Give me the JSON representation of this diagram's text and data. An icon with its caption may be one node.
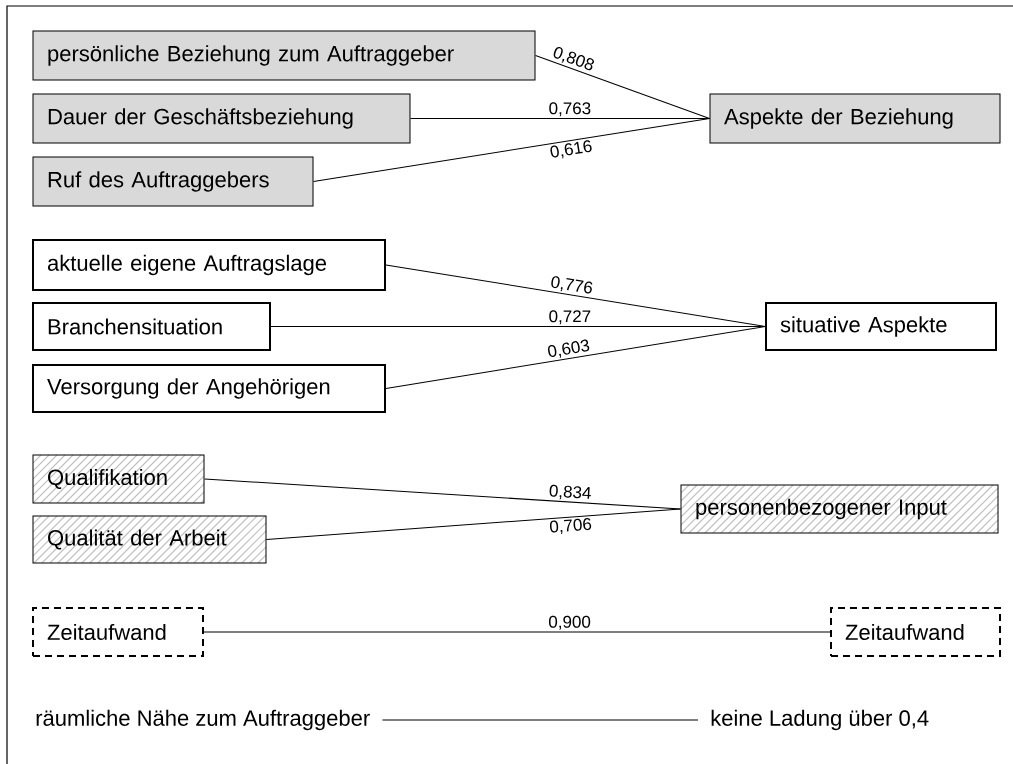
{
  "diagram": {
    "nodes": [
      {
        "text": [
          "persönliche Beziehung zum Auftraggeber"
        ]
      },
      {
        "text": [
          "Dauer der Geschäftsbeziehung"
        ]
      },
      {
        "text": [
          "Ruf des Auftraggebers"
        ]
      },
      {
        "text": [
          "Aspekte der Beziehung"
        ]
      },
      {
        "text": [
          "aktuelle eigene Auftragslage"
        ]
      },
      {
        "text": [
          "Branchensituation"
        ]
      },
      {
        "text": [
          "Versorgung der Angehörigen"
        ]
      },
      {
        "text": [
          "situative Aspekte"
        ]
      },
      {
        "text": [
          "Qualifikation"
        ]
      },
      {
        "text": [
          "Qualität der Arbeit"
        ]
      },
      {
        "text": [
          "personenbezogener Input"
        ]
      },
      {
        "text": [
          "Zeitaufwand"
        ]
      },
      {
        "text": [
          "Zeitaufwand"
        ]
      },
      {
        "text": [
          "räumliche Nähe zum Auftraggeber"
        ]
      },
      {
        "text": [
          "keine Ladung über 0,4"
        ]
      }
    ],
    "edges": [
      {
        "from": 0,
        "to": 3,
        "arrow": "none",
        "label": "0,808"
      },
      {
        "from": 1,
        "to": 3,
        "arrow": "none",
        "label": "0,763"
      },
      {
        "from": 2,
        "to": 3,
        "arrow": "none",
        "label": "0,616"
      },
      {
        "from": 4,
        "to": 7,
        "arrow": "none",
        "label": "0,776"
      },
      {
        "from": 5,
        "to": 7,
        "arrow": "none",
        "label": "0,727"
      },
      {
        "from": 6,
        "to": 7,
        "arrow": "none",
        "label": "0,603"
      },
      {
        "from": 8,
        "to": 10,
        "arrow": "none",
        "label": "0,834"
      },
      {
        "from": 9,
        "to": 10,
        "arrow": "none",
        "label": "0,706"
      },
      {
        "from": 11,
        "to": 12,
        "arrow": "none",
        "label": "0,900"
      },
      {
        "from": 13,
        "to": 14,
        "arrow": "none"
      }
    ]
  }
}
